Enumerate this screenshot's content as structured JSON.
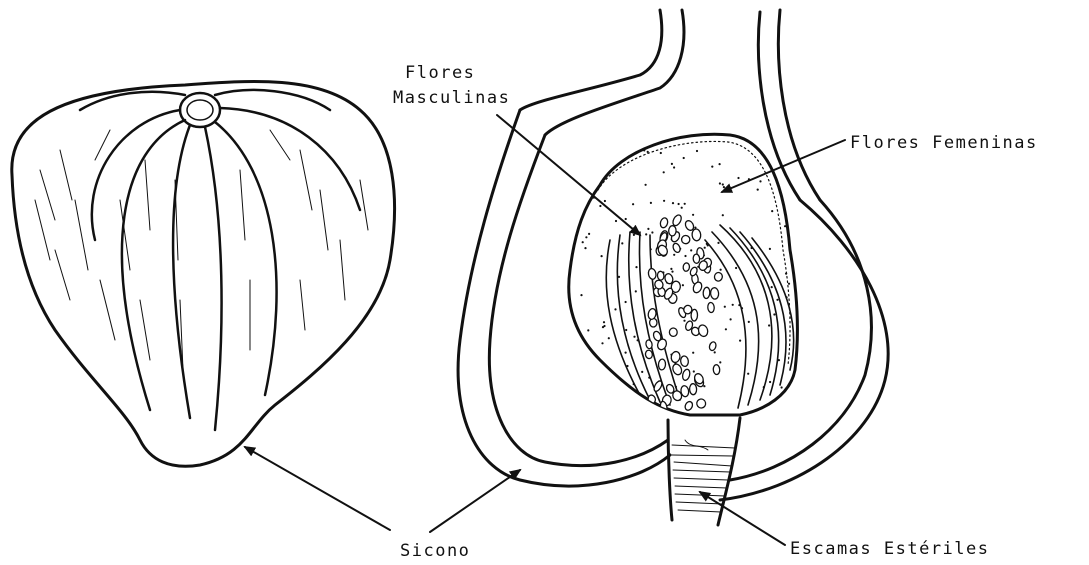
{
  "labels": {
    "flores_masculinas_line1": "Flores",
    "flores_masculinas_line2": "Masculinas",
    "flores_femeninas": "Flores Femeninas",
    "sicono": "Sicono",
    "escamas_esteriles": "Escamas Estériles"
  }
}
